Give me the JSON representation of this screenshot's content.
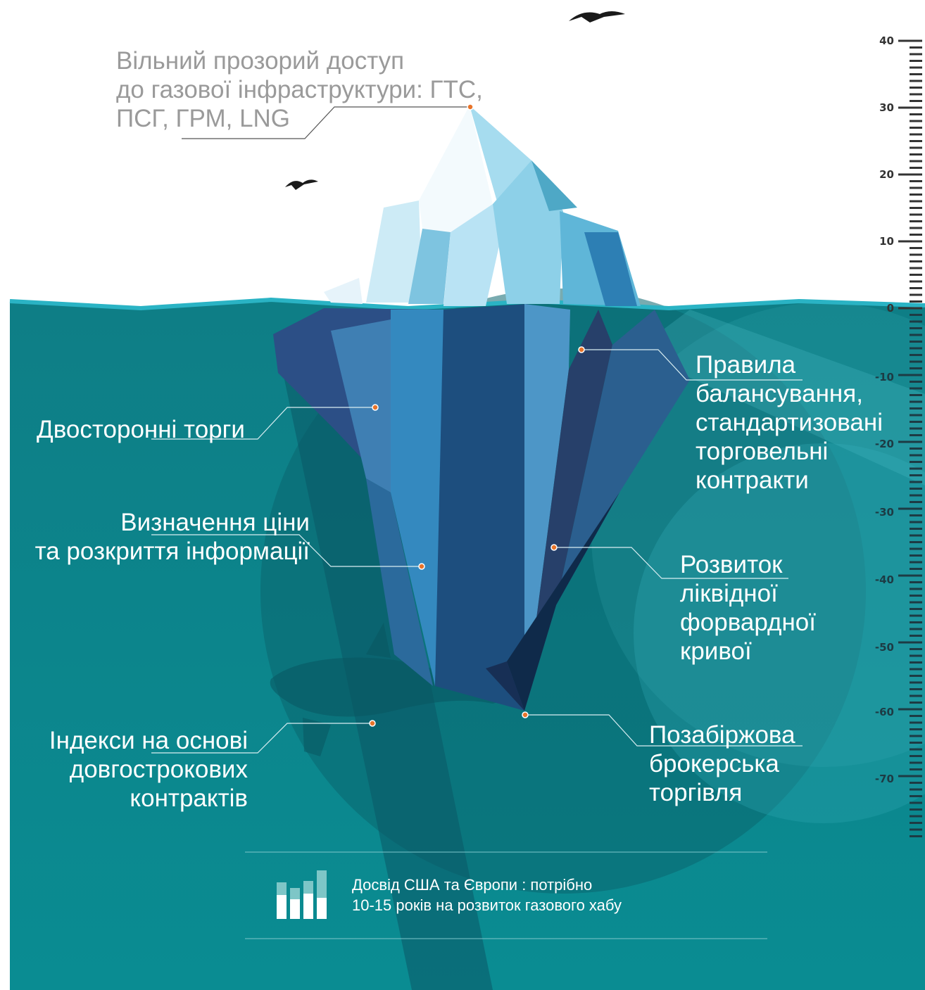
{
  "top_label": {
    "lines": [
      "Вільний  прозорий доступ",
      "до газової інфраструктури: ГТС,",
      "ПСГ, ГРМ, LNG"
    ]
  },
  "underwater_labels": {
    "bilateral": [
      "Двосторонні торги"
    ],
    "price": [
      "Визначення ціни",
      "та розкриття інформації"
    ],
    "indices": [
      "Індекси на основі",
      "довгострокових",
      "контрактів"
    ],
    "balancing": [
      "Правила",
      "балансування,",
      "стандартизовані",
      "торговельні",
      "контракти"
    ],
    "forward": [
      "Розвиток",
      "ліквідної",
      "форвардної",
      "кривої"
    ],
    "otc": [
      "Позабіржова",
      "брокерська",
      "торгівля"
    ]
  },
  "ruler": {
    "labels": [
      "40",
      "30",
      "20",
      "10",
      "0",
      "-10",
      "-20",
      "-30",
      "-40",
      "-50",
      "-60",
      "-70"
    ]
  },
  "footer": {
    "lines": [
      "Досвід США та Європи : потрібно",
      "10-15 років на розвиток газового хабу"
    ],
    "icon": "bar-chart-icon"
  },
  "colors": {
    "sea": "#0f8a8e",
    "sea_dark": "#0b5f6f",
    "water_line": "#2ab3c4",
    "ice_light": "#cdebf6",
    "ice_mid": "#5fb6d8",
    "ice_deep": "#1a4f7a",
    "dot": "#e8742a",
    "label_gray": "#9a9a9a"
  }
}
